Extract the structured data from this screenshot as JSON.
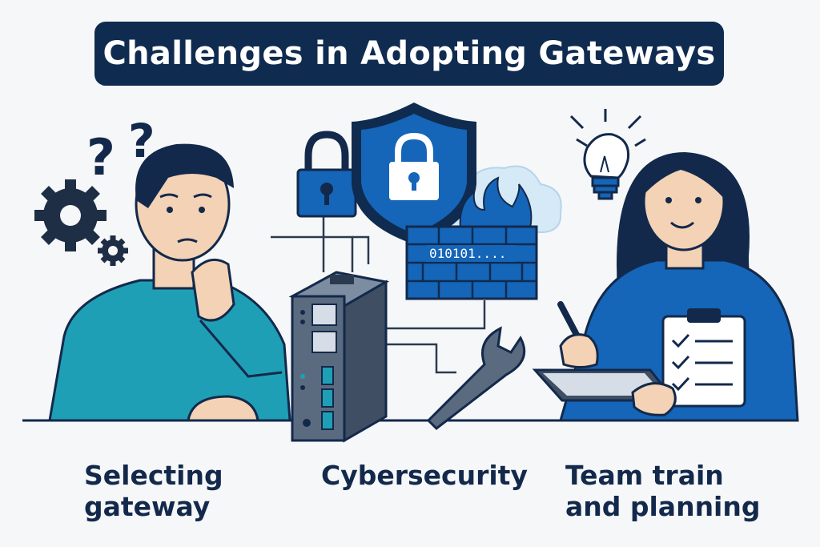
{
  "title": "Challenges in Adopting Gateways",
  "binary_label": "010101....",
  "sections": [
    {
      "line1": "Selecting",
      "line2": "gateway"
    },
    {
      "line1": "Cybersecurity",
      "line2": ""
    },
    {
      "line1": "Team train",
      "line2": "and planning"
    }
  ],
  "colors": {
    "navy": "#0f2b4f",
    "teal": "#1f9fb5",
    "blue": "#1565b8",
    "device_gray": "#5a6b80",
    "skin": "#f3d2b5"
  },
  "icons": [
    "question-mark-icon",
    "gear-icon",
    "padlock-icon",
    "shield-lock-icon",
    "firewall-icon",
    "cloud-icon",
    "wrench-icon",
    "lightbulb-icon",
    "clipboard-checklist-icon",
    "pen-icon",
    "tablet-icon",
    "gateway-device-icon"
  ]
}
